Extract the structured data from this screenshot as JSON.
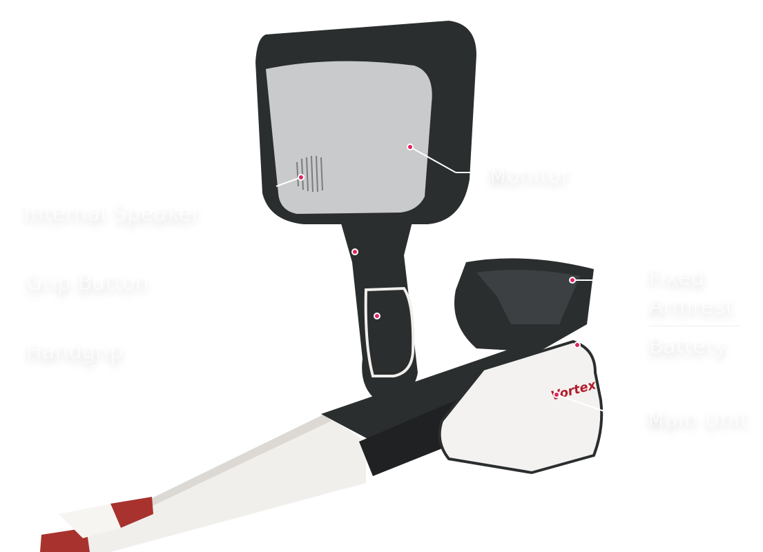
{
  "product": {
    "brand": "Vortex"
  },
  "labels": {
    "monitor": "Monitor",
    "internal_speaker": "Internal Speaker",
    "grip_button": "Grip Button",
    "handgrip": "Handgrip",
    "fixed_armrest_line1": "Fixed",
    "fixed_armrest_line2": "Armrest",
    "battery": "Battery",
    "main_unit": "Main Unit"
  },
  "colors": {
    "body_dark": "#2b2e2f",
    "panel": "#c9cacb",
    "shaft": "#f1efec",
    "accent": "#e0245e",
    "trigger": "#a8322e"
  }
}
